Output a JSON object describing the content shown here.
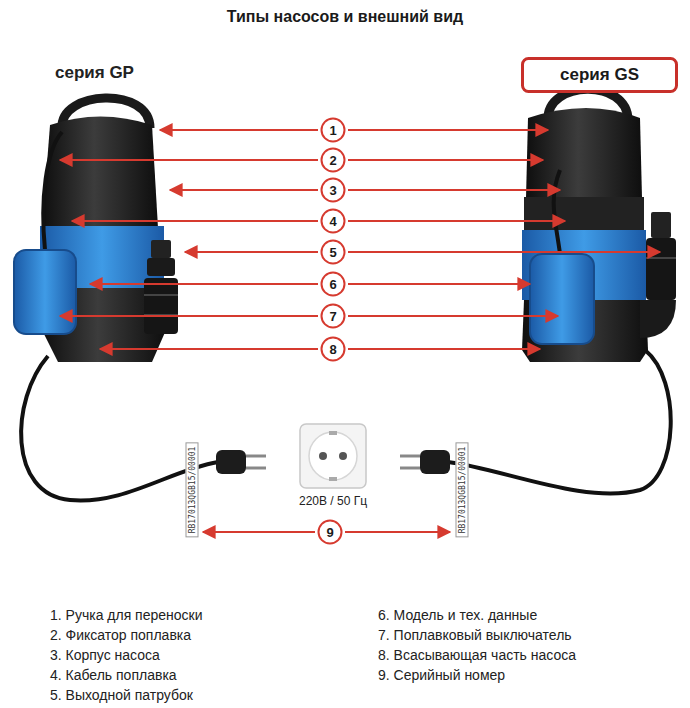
{
  "diagram": {
    "title": "Типы насосов и внешний вид",
    "nodes": [
      {
        "text": [
          "серия GS"
        ]
      },
      {
        "text": [
          "1"
        ]
      },
      {
        "text": [
          "2"
        ]
      },
      {
        "text": [
          "3"
        ]
      },
      {
        "text": [
          "4"
        ]
      },
      {
        "text": [
          "5"
        ]
      },
      {
        "text": [
          "6"
        ]
      },
      {
        "text": [
          "7"
        ]
      },
      {
        "text": [
          "8"
        ]
      },
      {
        "text": [
          "9"
        ]
      }
    ],
    "labels": [
      "серия GP",
      "RB17013QGB15/00001",
      "220В / 50 Гц",
      "RB17013QGB15/00001",
      "1. Ручка для переноски",
      "2. Фиксатор поплавка",
      "3. Корпус насоса",
      "4. Кабель поплавка",
      "5. Выходной патрубок",
      "6. Модель и тех. данные",
      "7. Поплавковый выключатель",
      "8. Всасывающая часть насоса",
      "9. Серийный номер"
    ]
  }
}
